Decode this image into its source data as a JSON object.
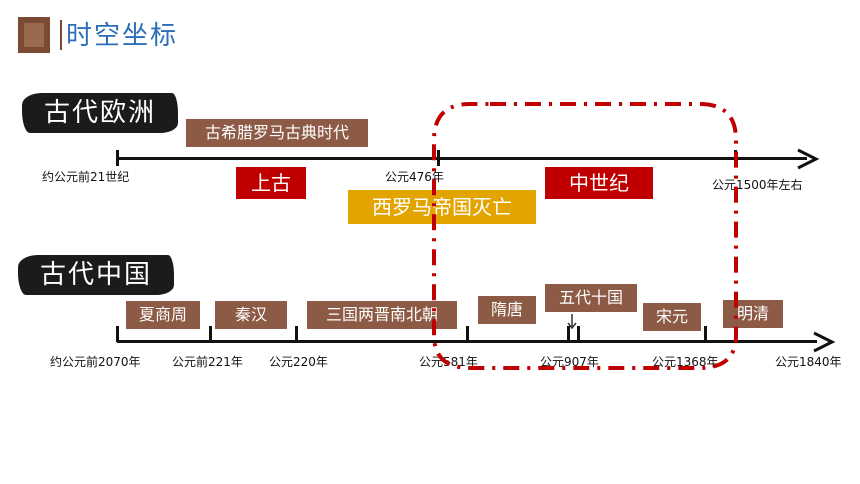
{
  "header": {
    "title": "时空坐标"
  },
  "europe": {
    "section_label": "古代欧洲",
    "period_box": "古希腊罗马古典时代",
    "era_ancient": "上古",
    "era_medieval": "中世纪",
    "event_box": "西罗马帝国灭亡",
    "ticks": [
      "约公元前21世纪",
      "公元476年",
      "公元1500年左右"
    ]
  },
  "china": {
    "section_label": "古代中国",
    "periods": [
      "夏商周",
      "秦汉",
      "三国两晋南北朝",
      "隋唐",
      "五代十国",
      "宋元",
      "明清"
    ],
    "ticks": [
      "约公元前2070年",
      "公元前221年",
      "公元220年",
      "公元581年",
      "公元907年",
      "公元1368年",
      "公元1840年"
    ]
  },
  "colors": {
    "brown": "#8c5a45",
    "red": "#c00000",
    "gold": "#e3a400",
    "title_blue": "#2c6fb8",
    "dash_red": "#c00000"
  }
}
